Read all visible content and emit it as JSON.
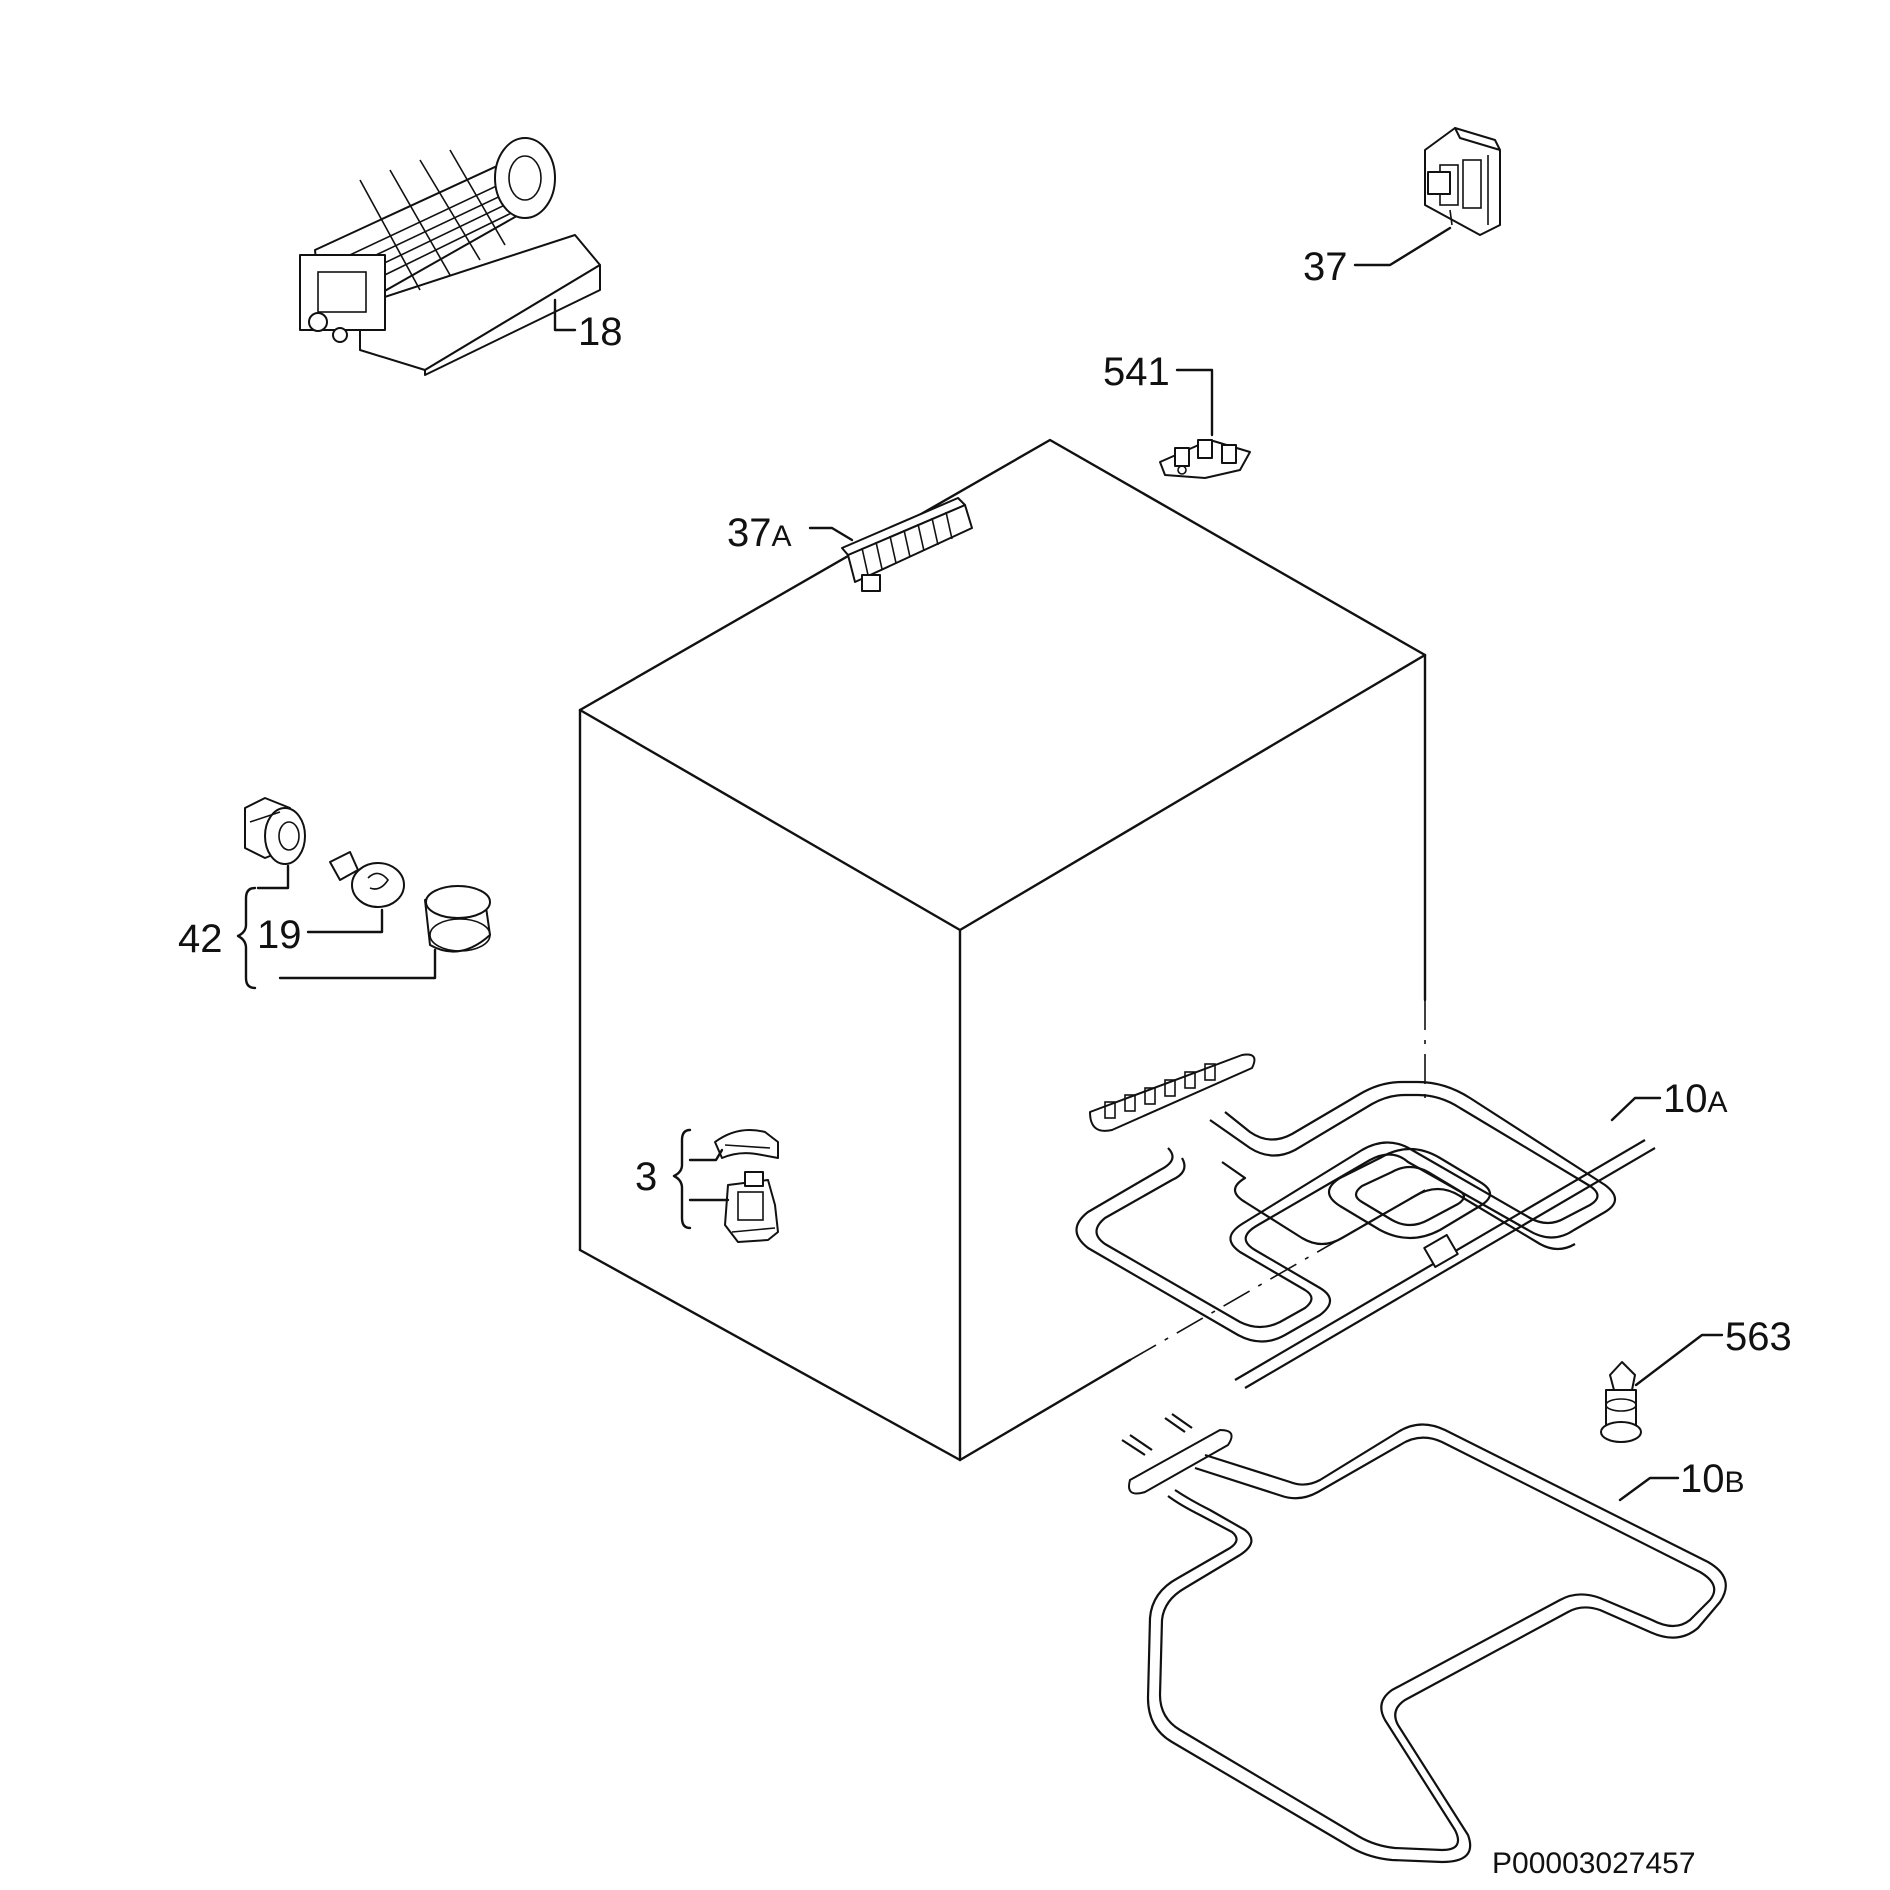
{
  "labels": {
    "p18": "18",
    "p37": "37",
    "p541": "541",
    "p37a_num": "37",
    "p37a_suffix": "A",
    "p42": "42",
    "p19": "19",
    "p3": "3",
    "p10a_num": "10",
    "p10a_suffix": "A",
    "p563": "563",
    "p10b_num": "10",
    "p10b_suffix": "B"
  },
  "drawing_code": "P00003027457",
  "colors": {
    "ink": "#111111",
    "background": "#ffffff"
  }
}
